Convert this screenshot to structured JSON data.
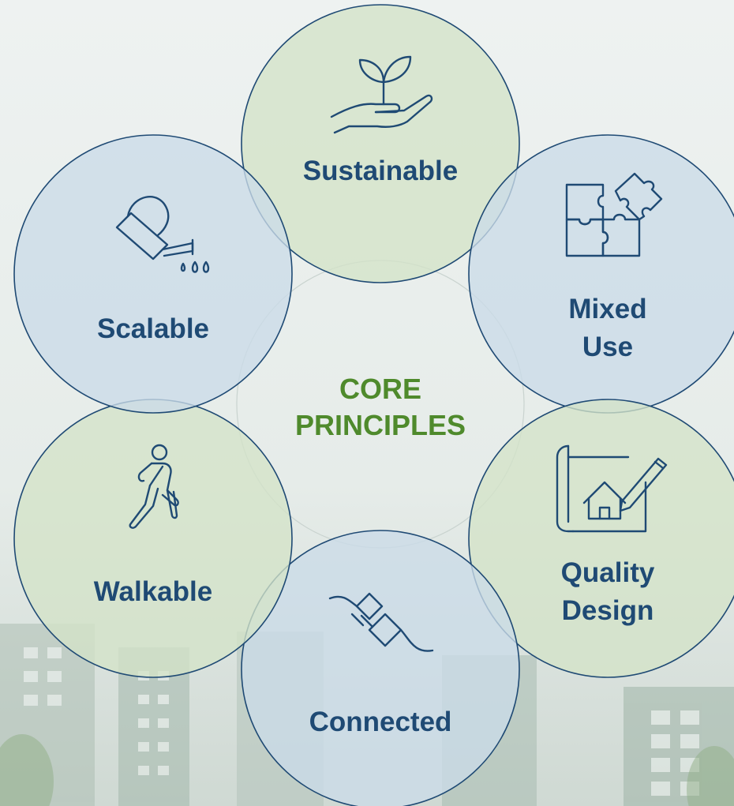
{
  "colors": {
    "navy": "#1f4a74",
    "green_text": "#4f8a2c",
    "green_fill": "#d3e3c8",
    "blue_fill": "#cbdbe8",
    "background": "#e8eeec"
  },
  "center": {
    "line1": "CORE",
    "line2": "PRINCIPLES"
  },
  "principles": [
    {
      "id": "sustainable",
      "label_lines": [
        "Sustainable"
      ],
      "icon": "hand-with-sprout-icon",
      "fill": "green"
    },
    {
      "id": "mixed-use",
      "label_lines": [
        "Mixed",
        "Use"
      ],
      "icon": "puzzle-pieces-icon",
      "fill": "blue"
    },
    {
      "id": "quality-design",
      "label_lines": [
        "Quality",
        "Design"
      ],
      "icon": "house-blueprint-pencil-icon",
      "fill": "green"
    },
    {
      "id": "connected",
      "label_lines": [
        "Connected"
      ],
      "icon": "plug-socket-icon",
      "fill": "blue"
    },
    {
      "id": "walkable",
      "label_lines": [
        "Walkable"
      ],
      "icon": "walking-person-icon",
      "fill": "green"
    },
    {
      "id": "scalable",
      "label_lines": [
        "Scalable"
      ],
      "icon": "watering-can-icon",
      "fill": "blue"
    }
  ]
}
